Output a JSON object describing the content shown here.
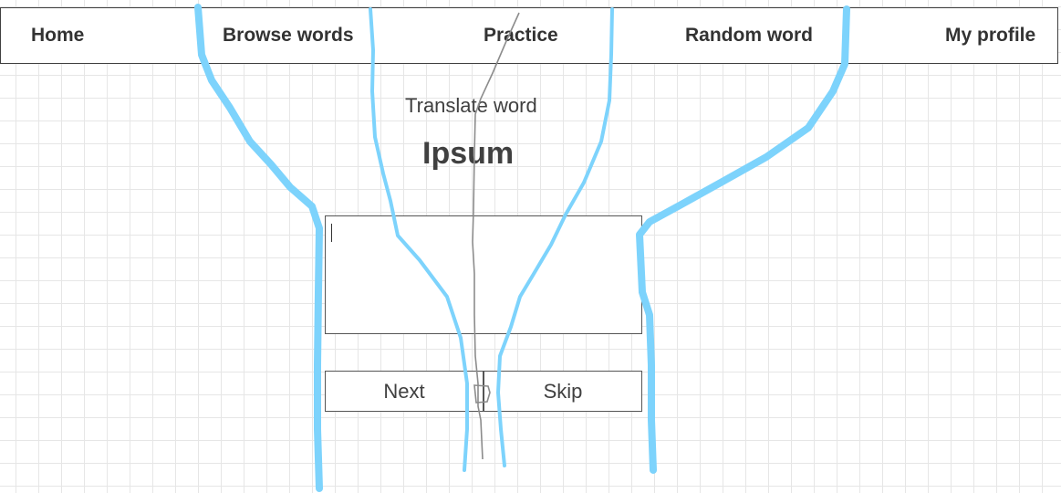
{
  "nav": {
    "home": "Home",
    "browse_words": "Browse words",
    "practice": "Practice",
    "random_word": "Random word",
    "my_profile": "My profile"
  },
  "exercise": {
    "prompt": "Translate word",
    "word": "Ipsum",
    "answer_value": ""
  },
  "actions": {
    "next_label": "Next",
    "skip_label": "Skip"
  },
  "colors": {
    "annotation_stroke": "#7dd3fc",
    "pencil_stroke": "#8c8c8c",
    "grid": "#e6e6e6"
  }
}
